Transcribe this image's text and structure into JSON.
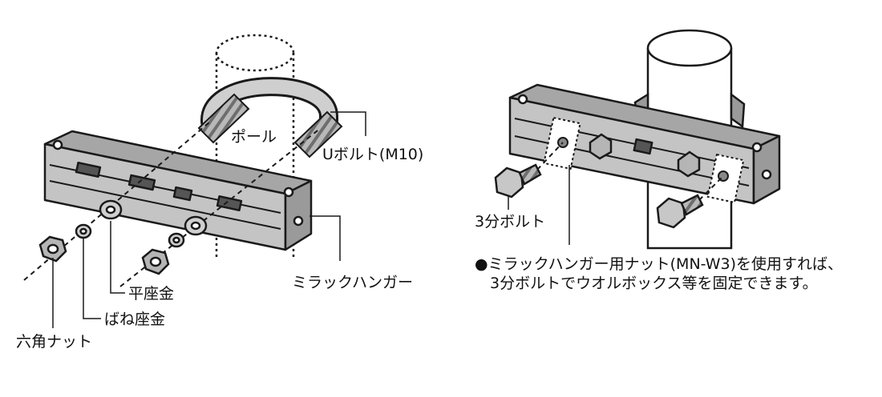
{
  "colors": {
    "ink": "#1a1a1a",
    "metal_top": "#a6a6a6",
    "metal_face": "#c4c4c4",
    "metal_dark": "#555555",
    "pole": "#ffffff",
    "background": "#ffffff"
  },
  "left_figure": {
    "labels": {
      "pole": "ポール",
      "u_bolt": "Uボルト(M10)",
      "mirack_hanger": "ミラックハンガー",
      "flat_washer": "平座金",
      "spring_washer": "ばね座金",
      "hex_nut": "六角ナット"
    }
  },
  "right_figure": {
    "labels": {
      "bolt_3bu": "3分ボルト"
    },
    "note": {
      "bullet": "●",
      "line1": "ミラックハンガー用ナット(MN-W3)を使用すれば、",
      "line2": "3分ボルトでウオルボックス等を固定できます。"
    }
  }
}
